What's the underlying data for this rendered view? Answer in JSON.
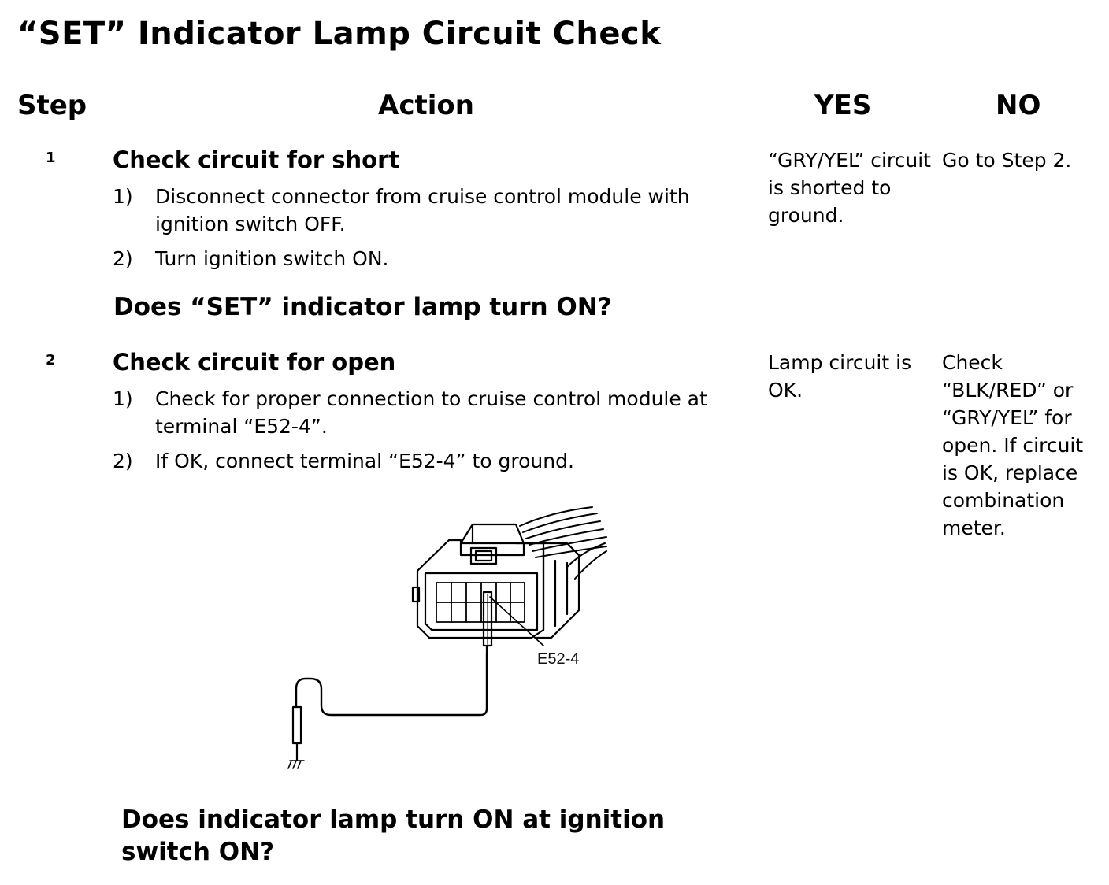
{
  "title": "“SET” Indicator Lamp Circuit Check",
  "headers": {
    "step": "Step",
    "action": "Action",
    "yes": "YES",
    "no": "NO"
  },
  "steps": [
    {
      "number": "1",
      "heading": "Check circuit for short",
      "items": [
        {
          "num": "1)",
          "text": "Disconnect connector from cruise control module with ignition switch OFF."
        },
        {
          "num": "2)",
          "text": "Turn ignition switch ON."
        }
      ],
      "question": "Does “SET” indicator lamp turn ON?",
      "yes": "“GRY/YEL” circuit is shorted to ground.",
      "no": "Go to Step 2."
    },
    {
      "number": "2",
      "heading": "Check circuit for open",
      "items": [
        {
          "num": "1)",
          "text": "Check for proper connection to cruise control module at terminal “E52-4”."
        },
        {
          "num": "2)",
          "text": "If OK, connect terminal “E52-4” to ground."
        }
      ],
      "question": "Does indicator lamp turn ON at ignition switch ON?",
      "yes": "Lamp circuit is OK.",
      "no": "Check “BLK/RED” or “GRY/YEL” for open. If circuit is OK, replace combination meter."
    }
  ],
  "diagram": {
    "terminal_label": "E52-4"
  }
}
